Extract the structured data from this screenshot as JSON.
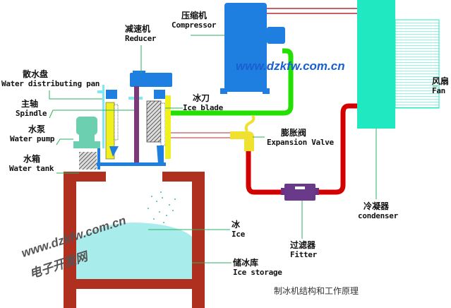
{
  "labels": {
    "compressor": {
      "zh": "压缩机",
      "en": "Compressor"
    },
    "reducer": {
      "zh": "减速机",
      "en": "Reducer"
    },
    "water_pan": {
      "zh": "散水盘",
      "en": "Water distributing pan"
    },
    "spindle": {
      "zh": "主轴",
      "en": "Spindle"
    },
    "water_pump": {
      "zh": "水泵",
      "en": "Water pump"
    },
    "water_tank": {
      "zh": "水箱",
      "en": "Water tank"
    },
    "ice_blade": {
      "zh": "冰刀",
      "en": "Ice blade"
    },
    "expansion_valve": {
      "zh": "膨胀阀",
      "en": "Expansion Valve"
    },
    "fan": {
      "zh": "风扇",
      "en": "Fan"
    },
    "condenser": {
      "zh": "冷凝器",
      "en": "condenser"
    },
    "ice": {
      "zh": "冰",
      "en": "Ice"
    },
    "filter": {
      "zh": "过滤器",
      "en": "Fitter"
    },
    "ice_storage": {
      "zh": "储冰库",
      "en": "Ice storage"
    }
  },
  "watermarks": {
    "url_top": "www.dzkfw.com.cn",
    "url_bottom": "www.dzkfw.com.cn",
    "site_name": "电子开发网"
  },
  "caption": "制冰机结构和工作原理",
  "colors": {
    "refrigerant_hot": "#d40000",
    "suction_line": "#22e000",
    "compressor": "#1e7fe0",
    "condenser": "#20e8c0",
    "storage_frame": "#b03020",
    "ice": "#a8ecec",
    "leader": "#2bb060"
  }
}
